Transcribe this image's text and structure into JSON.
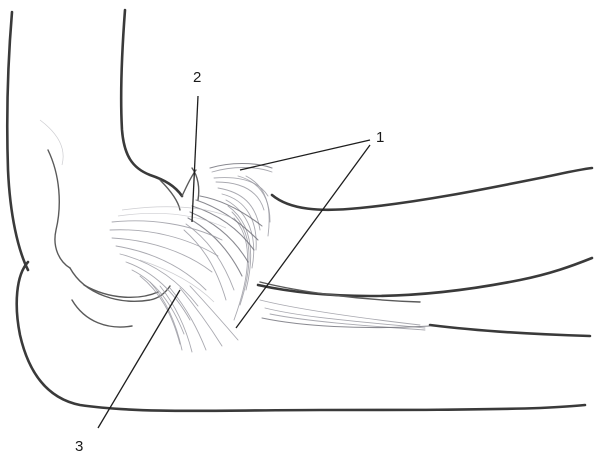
{
  "labels": {
    "ligament_1": "1",
    "ligament_2": "2",
    "ligament_3": "3"
  },
  "colors": {
    "outline": "#3a3a3a",
    "fiber": "#9a9aa2",
    "background": "#ffffff"
  }
}
